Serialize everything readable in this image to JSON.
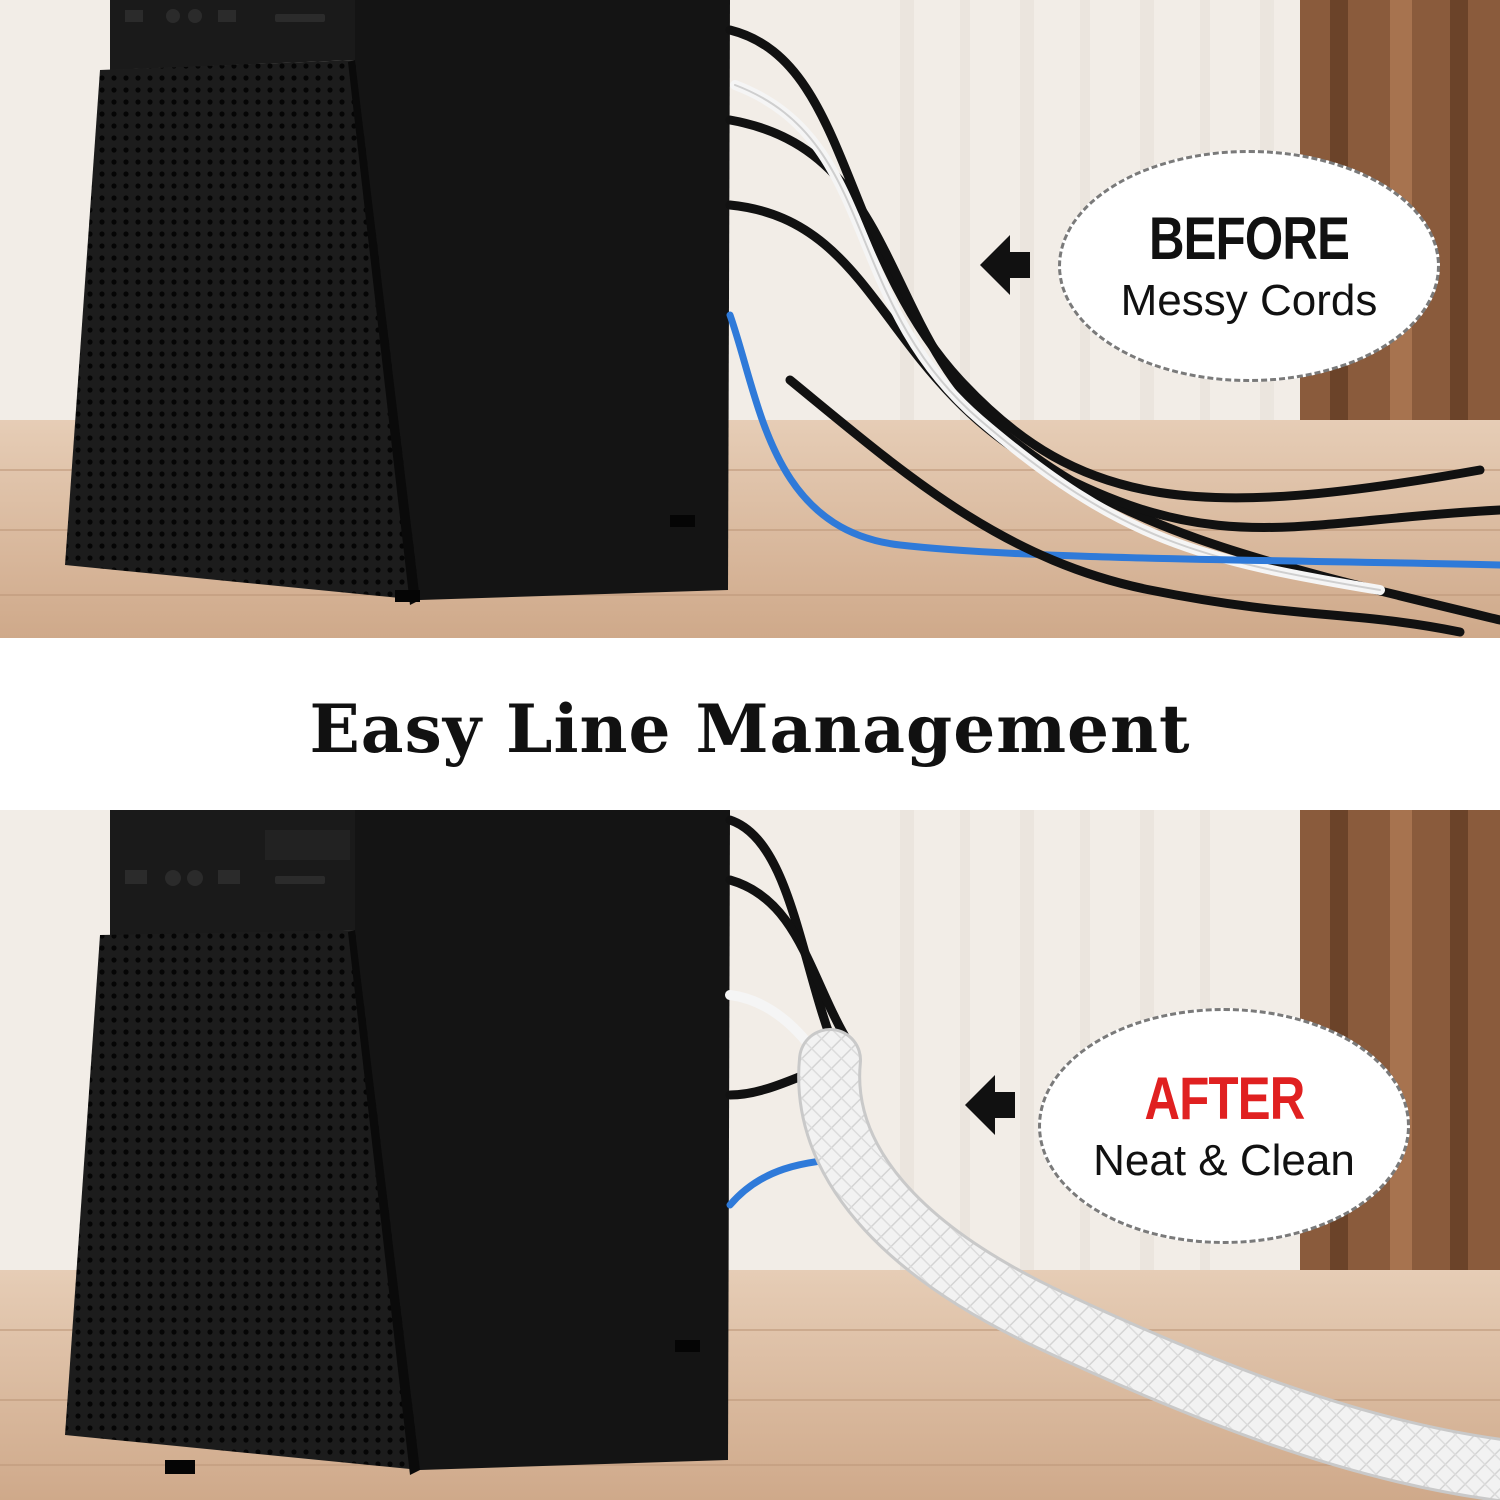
{
  "top_panel": {
    "label_title": "BEFORE",
    "label_subtitle": "Messy Cords",
    "title_color": "#111111"
  },
  "heading": "Easy Line Management",
  "bottom_panel": {
    "label_title": "AFTER",
    "label_subtitle": "Neat & Clean",
    "title_color": "#e02020"
  },
  "colors": {
    "floor": "#d8b89c",
    "wall": "#f1ece6",
    "curtain": "#8a5b3c",
    "pc_case": "#161616",
    "cable_blue": "#2f7ad9",
    "sleeve": "#eeeeee"
  }
}
